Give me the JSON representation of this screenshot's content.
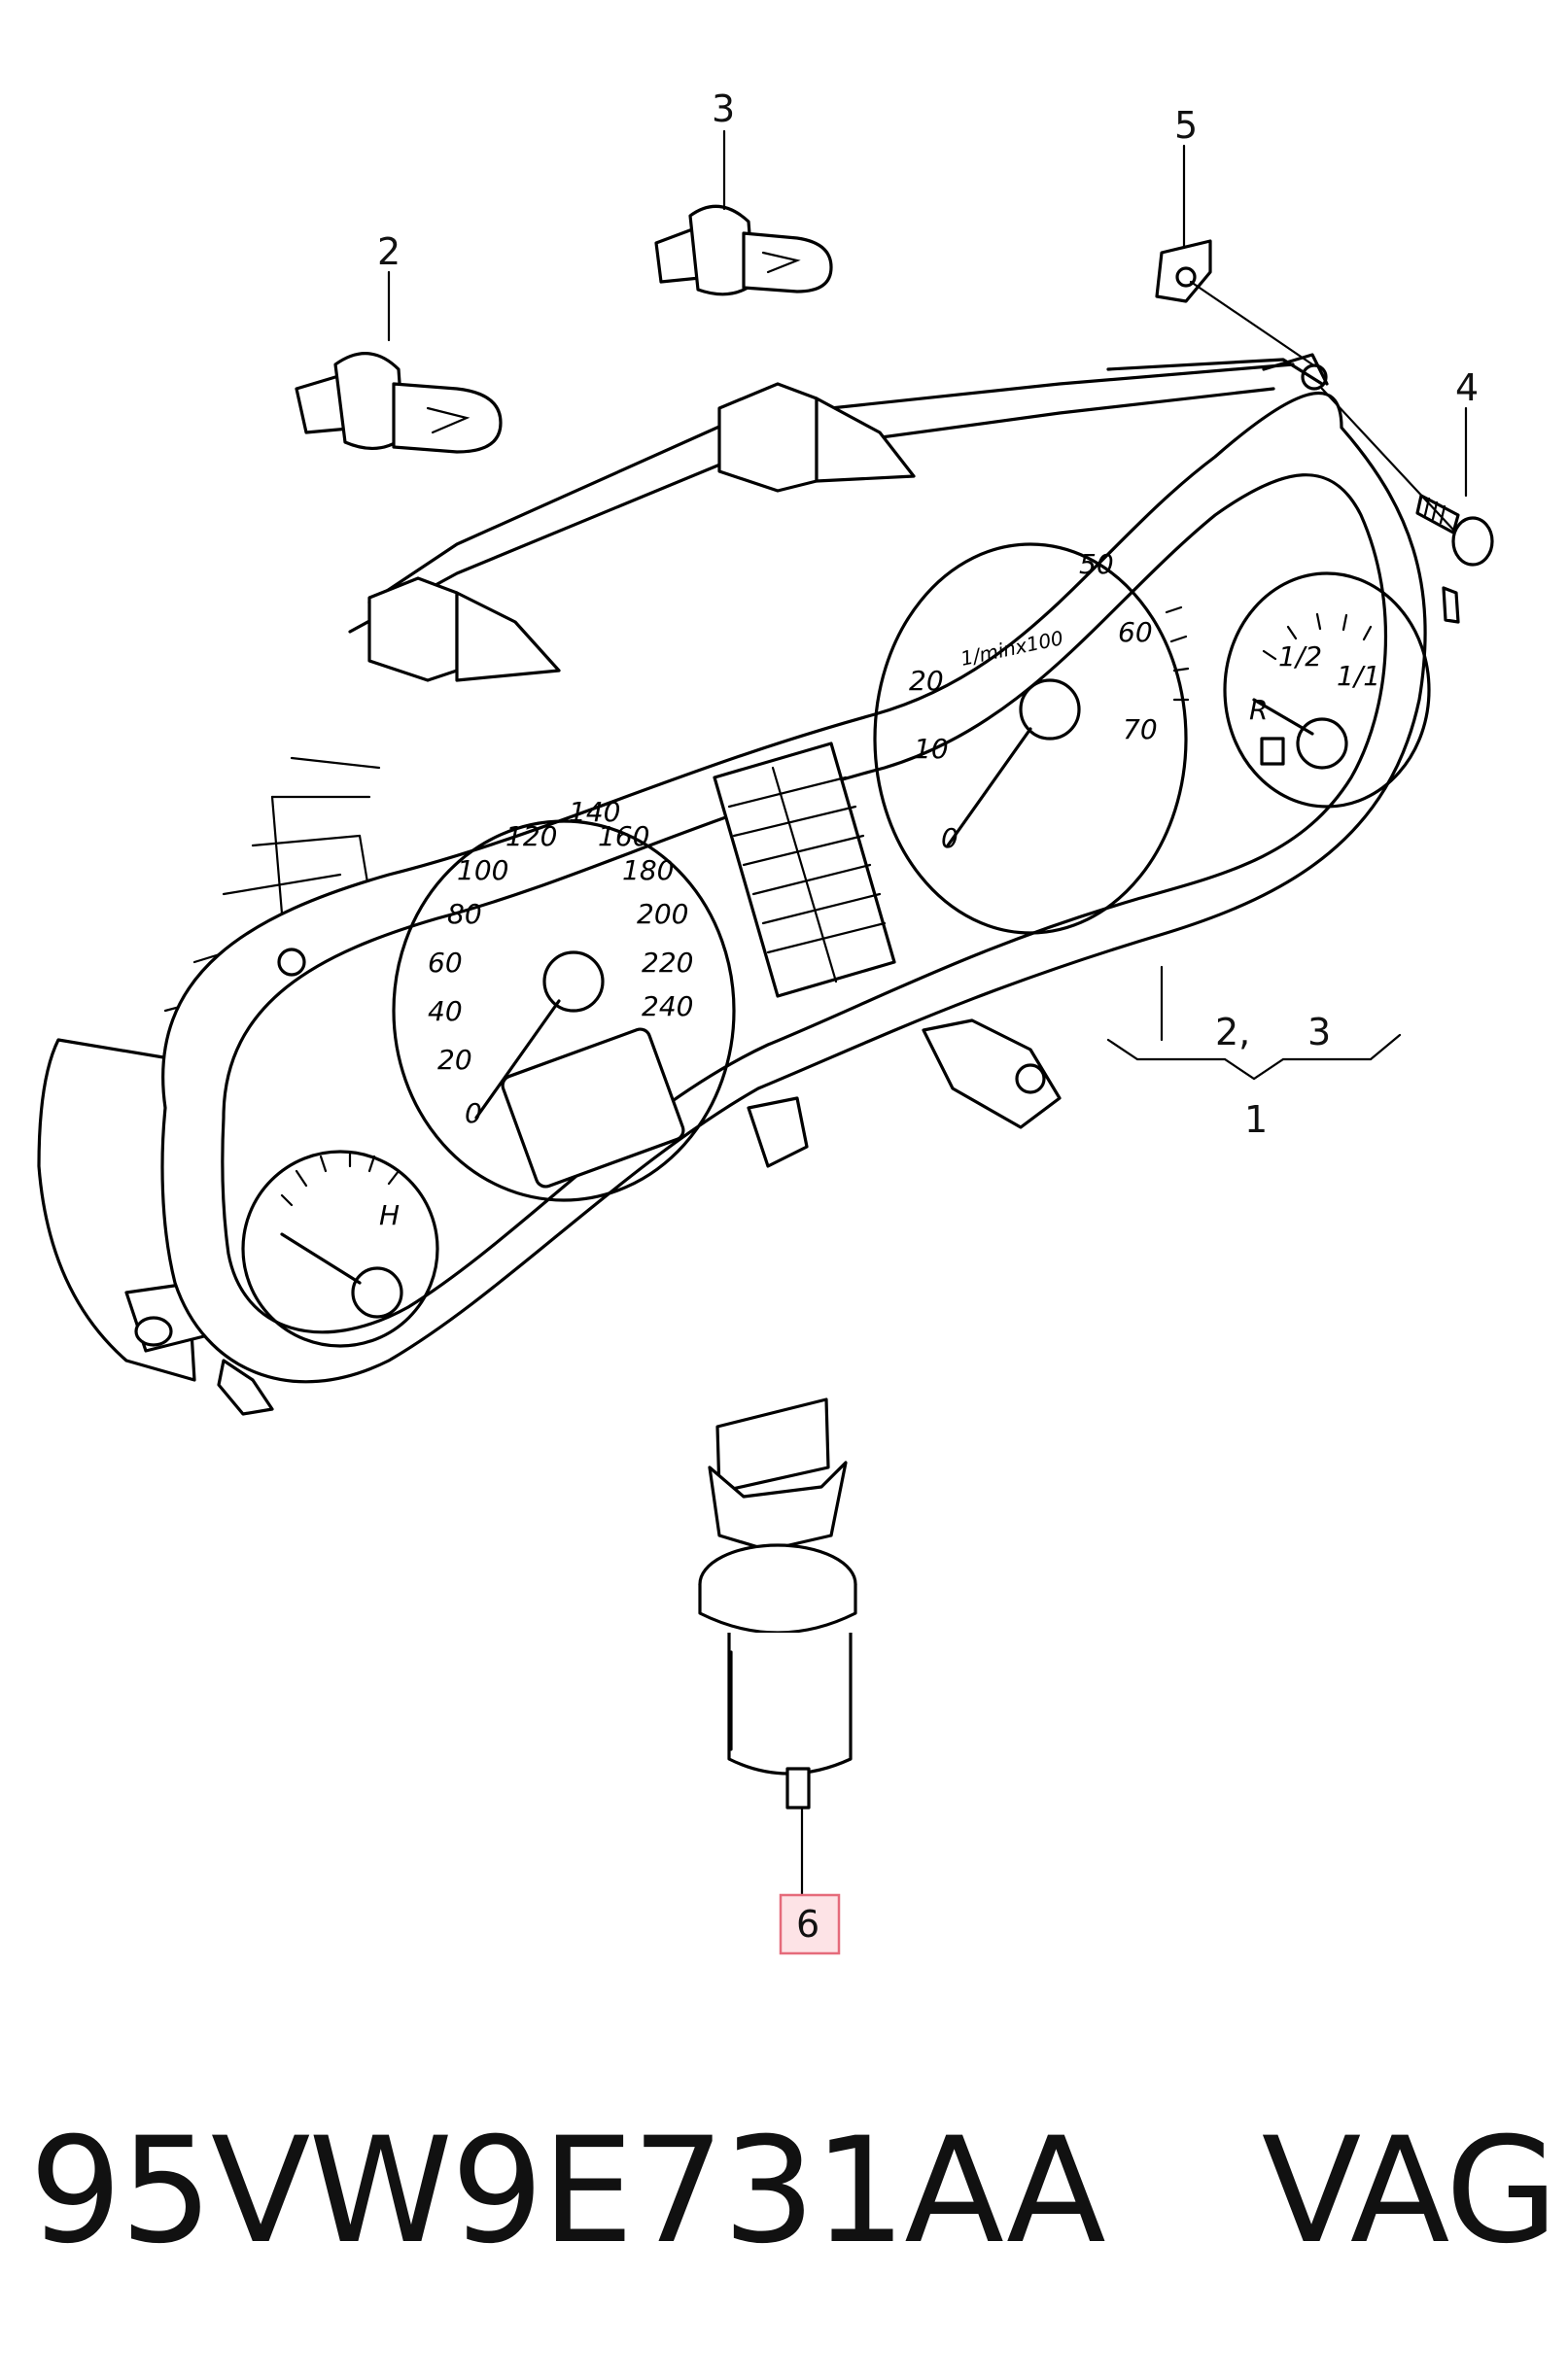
{
  "callouts": {
    "c1": "1",
    "c2": "2",
    "c3": "3",
    "c4": "4",
    "c5": "5",
    "c6": "6",
    "group_2": "2,",
    "group_3": "3"
  },
  "gauges": {
    "speedometer": [
      "20",
      "40",
      "60",
      "80",
      "100",
      "120",
      "140",
      "160",
      "180",
      "200",
      "220",
      "240"
    ],
    "speedometer_zero": "0",
    "tachometer": [
      "0",
      "10",
      "20",
      "50",
      "60",
      "70"
    ],
    "tachometer_unit": "1/minx100",
    "fuel": [
      "1/2",
      "1/1",
      "R"
    ],
    "temp": "H"
  },
  "footer": {
    "part_number": "95VW9E731AA",
    "brand": "VAG"
  },
  "colors": {
    "highlight_fill": "#fde3e6",
    "highlight_stroke": "#e56b7b"
  }
}
